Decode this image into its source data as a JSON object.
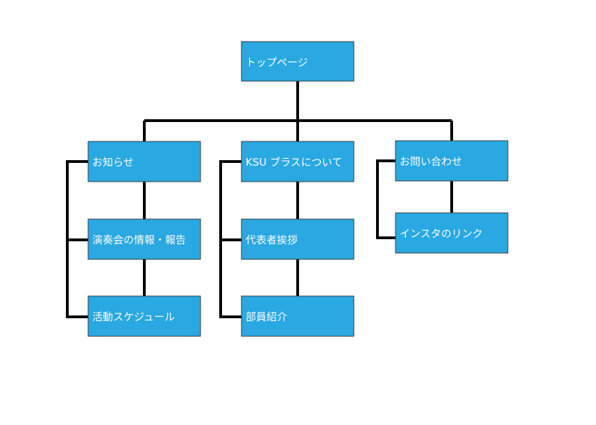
{
  "colors": {
    "box_fill": "#29a8e1",
    "box_border": "#3a3a3a",
    "box_text": "#ffffff",
    "connector": "#000000",
    "background": "#ffffff"
  },
  "nodes": {
    "top": "トップページ",
    "news": "お知らせ",
    "concert": "演奏会の情報・報告",
    "schedule": "活動スケジュール",
    "about": "KSU ブラスについて",
    "greeting": "代表者挨拶",
    "members": "部員紹介",
    "contact": "お問い合わせ",
    "instagram": "インスタのリンク"
  }
}
